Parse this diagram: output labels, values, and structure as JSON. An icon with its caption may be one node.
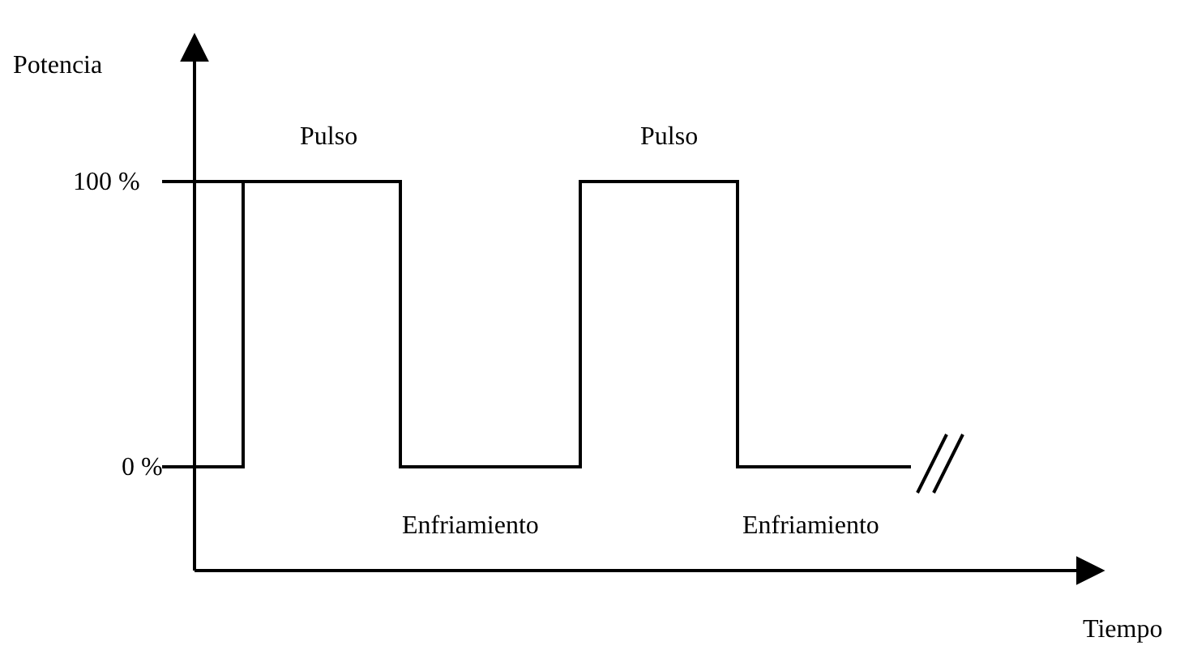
{
  "diagram": {
    "labels": [
      "Potencia",
      "Pulso",
      "Pulso",
      "100 %",
      "0 %",
      "Enfriamiento",
      "Enfriamiento",
      "Tiempo"
    ]
  }
}
